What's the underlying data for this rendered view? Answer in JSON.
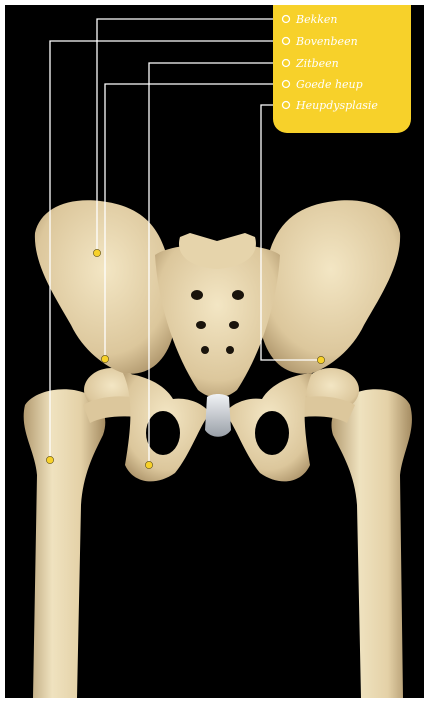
{
  "colors": {
    "background": "#000000",
    "label_box": "#f7d12a",
    "leader_line": "#ffffff",
    "marker": "#f7d12a",
    "bone": "#e8d7ae",
    "bone_shadow": "#b59d72",
    "cartilage": "#d9dde2"
  },
  "labels": [
    {
      "id": "bekken",
      "text": "Bekken"
    },
    {
      "id": "bovenbeen",
      "text": "Bovenbeen"
    },
    {
      "id": "zitbeen",
      "text": "Zitbeen"
    },
    {
      "id": "goede-heup",
      "text": "Goede heup"
    },
    {
      "id": "heupdysplasie",
      "text": "Heupdysplasie"
    }
  ]
}
